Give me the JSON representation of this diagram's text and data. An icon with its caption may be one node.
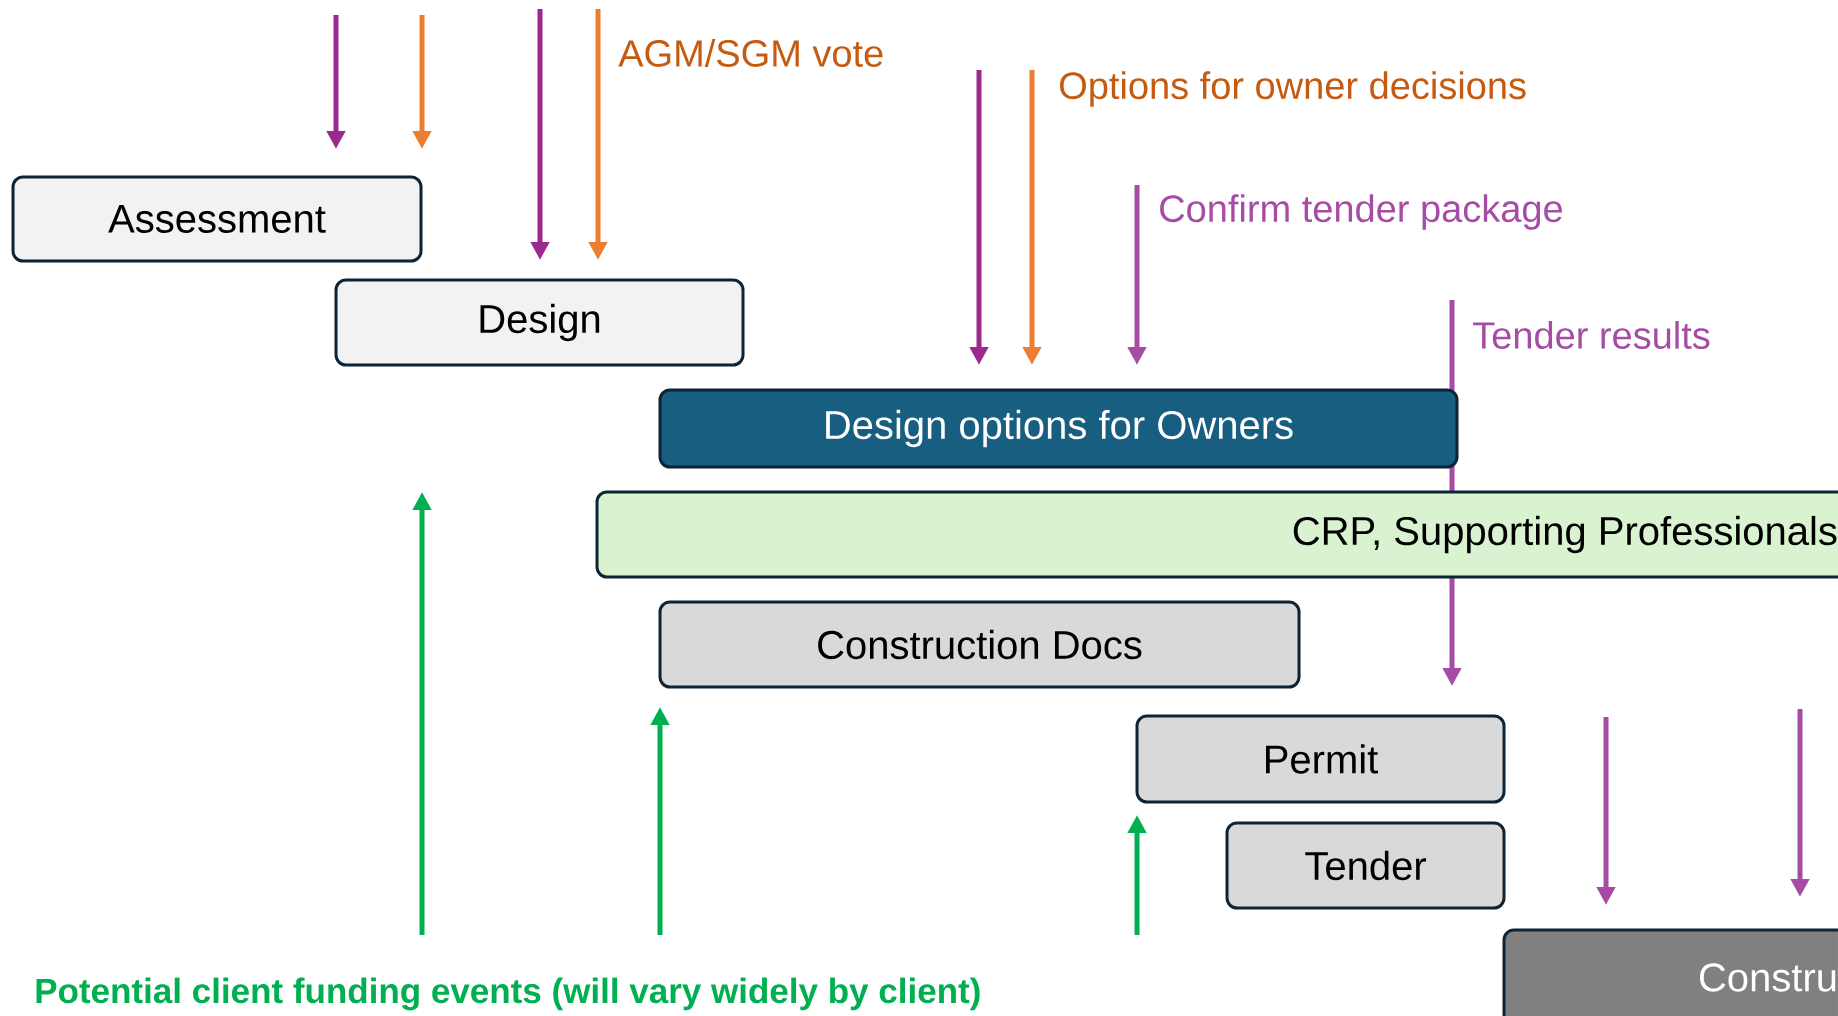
{
  "diagram": {
    "nodes": [
      {
        "text": [
          "Assessment"
        ]
      },
      {
        "text": [
          "Design"
        ]
      },
      {
        "text": [
          "Design options for Owners"
        ]
      },
      {
        "text": [
          "CRP, Supporting Professionals"
        ]
      },
      {
        "text": [
          "Construction Docs"
        ]
      },
      {
        "text": [
          "Permit"
        ]
      },
      {
        "text": [
          "Tender"
        ]
      },
      {
        "text": [
          "Constru"
        ]
      }
    ],
    "labels": [
      "AGM/SGM vote",
      "Options for owner decisions",
      "Confirm tender package",
      "Tender results",
      "Potential client funding events (will vary widely by client)"
    ]
  }
}
